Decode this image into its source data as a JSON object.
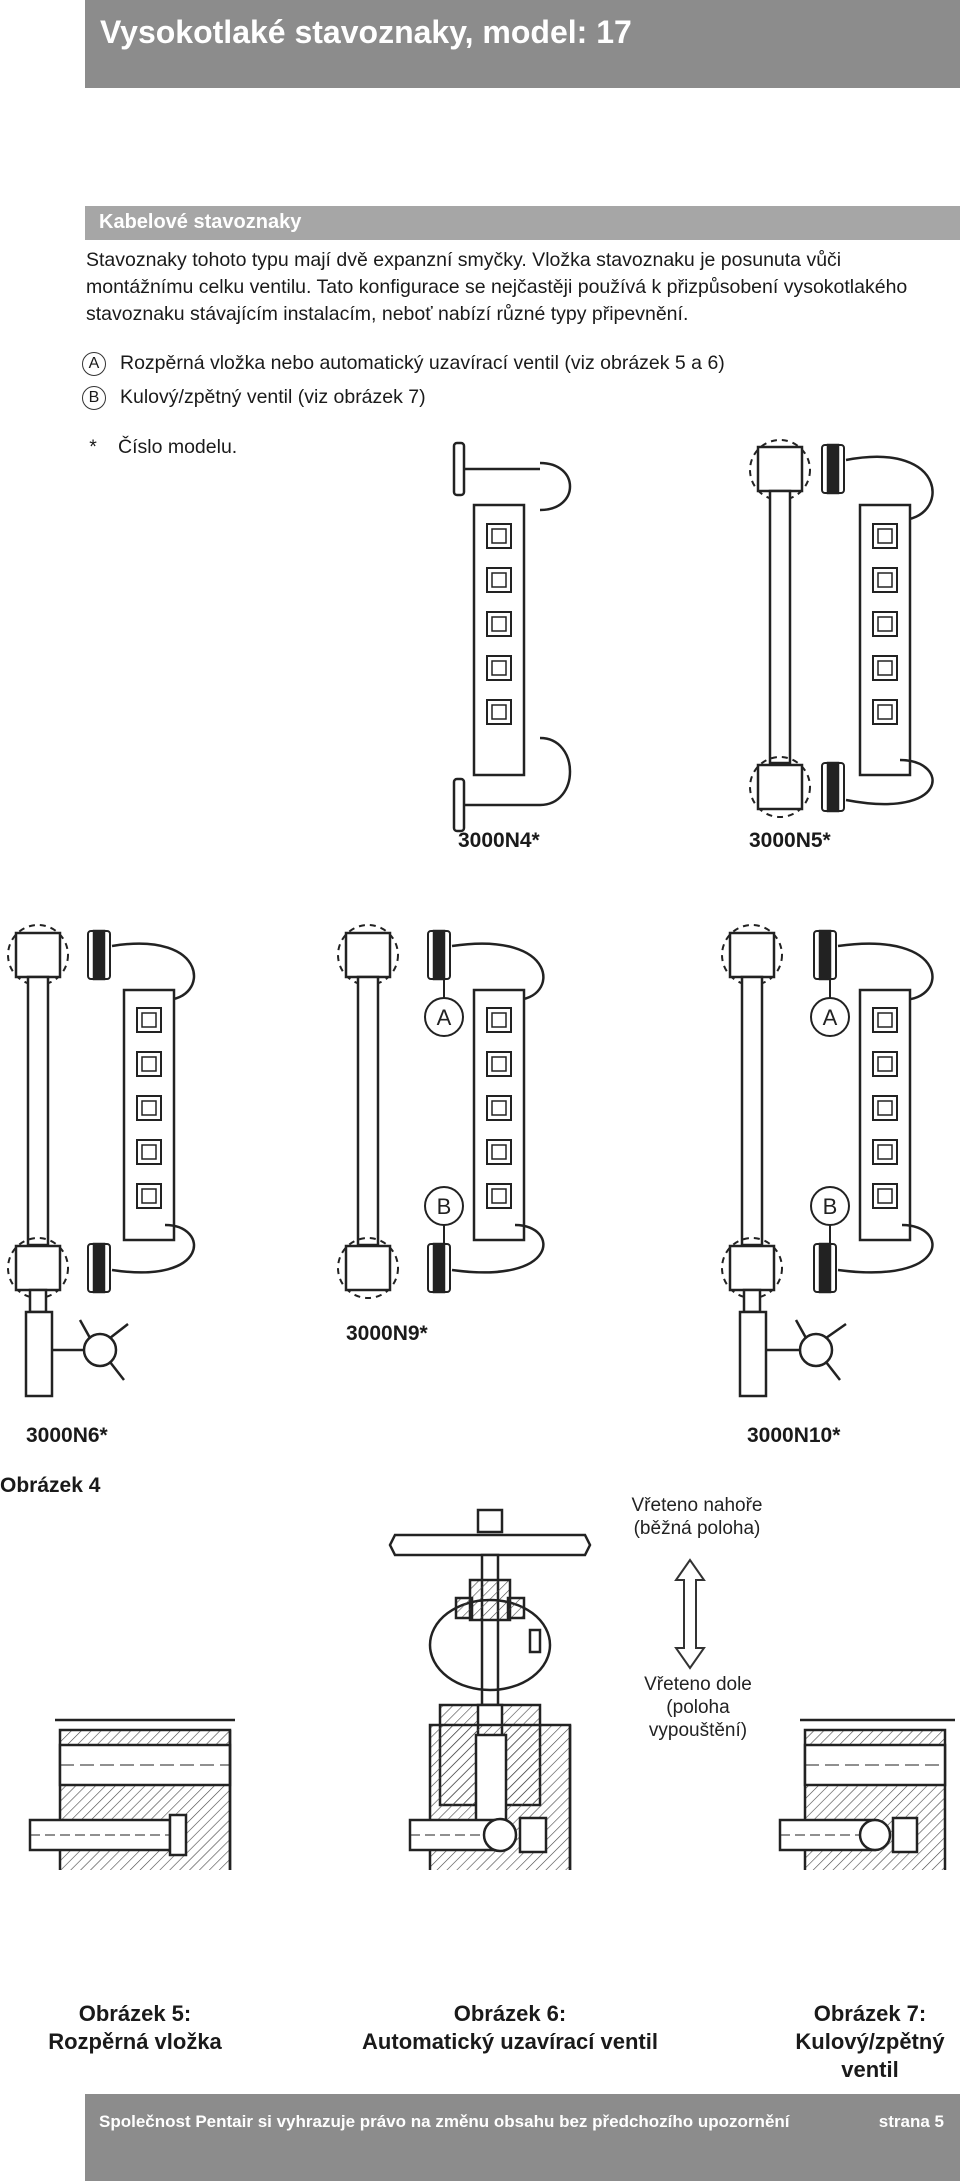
{
  "header": {
    "title": "Vysokotlaké stavoznaky, model: 17"
  },
  "section": {
    "title": "Kabelové stavoznaky",
    "intro": "Stavoznaky tohoto typu mají dvě expanzní smyčky. Vložka stavoznaku je posunuta vůči montážnímu celku ventilu. Tato konfigurace se nejčastěji používá k přizpůsobení vysokotlakého stavoznaku stávajícím instalacím, neboť nabízí různé typy připevnění."
  },
  "legend": [
    {
      "mark": "A",
      "text": "Rozpěrná vložka nebo automatický uzavírací ventil (viz obrázek 5 a 6)"
    },
    {
      "mark": "B",
      "text": "Kulový/zpětný ventil (viz obrázek 7)"
    },
    {
      "mark": "*",
      "text": "Číslo modelu."
    }
  ],
  "models": [
    "3000N4*",
    "3000N5*",
    "3000N6*",
    "3000N9*",
    "3000N10*"
  ],
  "callouts": {
    "a": "A",
    "b": "B"
  },
  "figure4_label": "Obrázek 4",
  "stem_notes": {
    "up": "Vřeteno nahoře (běžná poloha)",
    "down": "Vřeteno dole (poloha vypouštění)"
  },
  "captions": [
    {
      "title": "Obrázek 5:",
      "subtitle": "Rozpěrná vložka"
    },
    {
      "title": "Obrázek 6:",
      "subtitle": "Automatický uzavírací ventil"
    },
    {
      "title": "Obrázek 7:",
      "subtitle": "Kulový/zpětný ventil"
    }
  ],
  "footer": {
    "notice": "Společnost Pentair si vyhrazuje právo na změnu obsahu bez předchozího upozornění",
    "page": "strana 5"
  }
}
